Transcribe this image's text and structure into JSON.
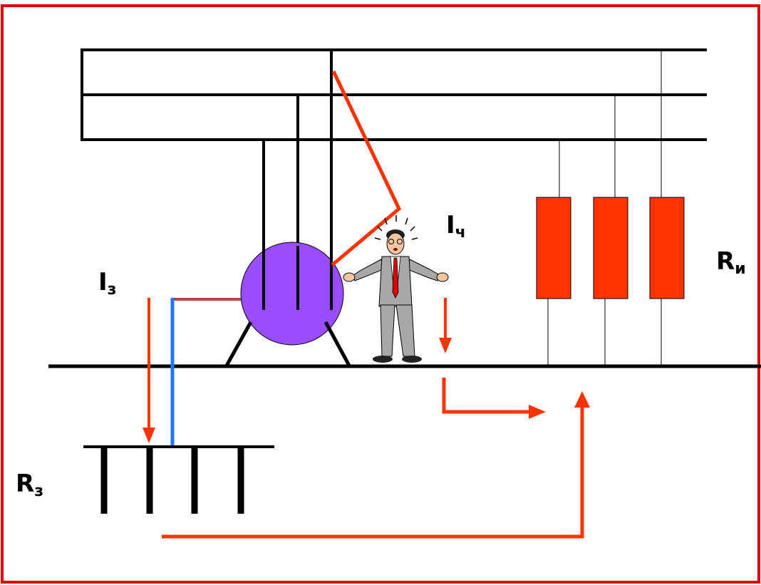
{
  "labels": {
    "earth_current": {
      "main": "I",
      "sub": "з"
    },
    "body_current": {
      "main": "I",
      "sub": "ч"
    },
    "earth_resistance": {
      "main": "R",
      "sub": "з"
    },
    "insulation_resistance": {
      "main": "R",
      "sub": "и"
    }
  },
  "colors": {
    "frame": "#e00000",
    "wire": "#000000",
    "current_path": "#ff3300",
    "resistor_fill": "#ff3300",
    "motor_fill": "#9a4dff",
    "earth_conductor": "#1e78ff",
    "frame_link": "#b04a4a",
    "person_suit": "#a8a8a8",
    "person_tie": "#e00000"
  },
  "icons": {
    "motor": "motor-housing-circle",
    "person": "shocked-person-figure",
    "resistor": "resistor-rectangle",
    "ground_electrode": "earth-electrode-comb"
  }
}
